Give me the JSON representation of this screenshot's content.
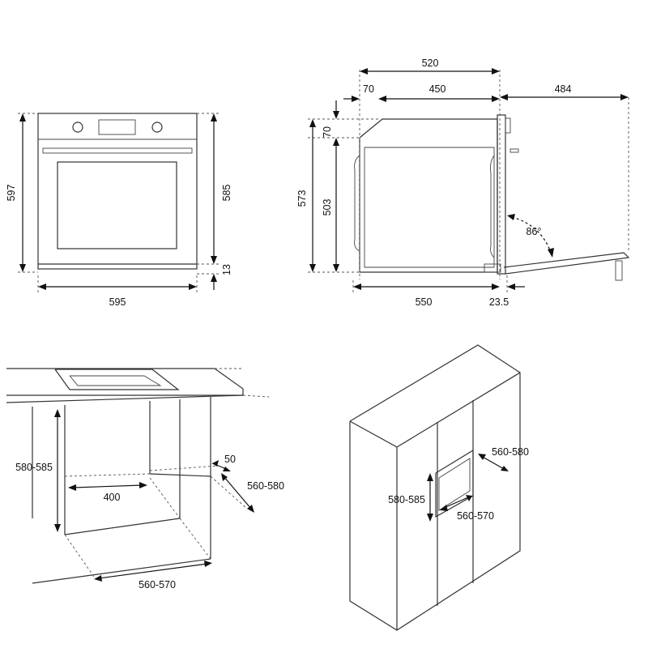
{
  "front_view": {
    "height_total": "597",
    "height_body": "585",
    "height_gap": "13",
    "width": "595"
  },
  "side_view": {
    "depth_total": "520",
    "depth_panel": "70",
    "depth_body": "450",
    "door_open_reach": "484",
    "height_total": "573",
    "height_top_offset": "70",
    "height_inner": "503",
    "depth_base": "550",
    "door_thickness": "23.5",
    "door_angle": "86°"
  },
  "undercounter_niche": {
    "height": "580-585",
    "vent_depth": "50",
    "depth": "560-580",
    "vent_width": "400",
    "width": "560-570"
  },
  "column_niche": {
    "depth": "560-580",
    "height": "580-585",
    "width": "560-570"
  },
  "colors": {
    "line": "#333333",
    "text": "#111111",
    "background": "#ffffff"
  }
}
